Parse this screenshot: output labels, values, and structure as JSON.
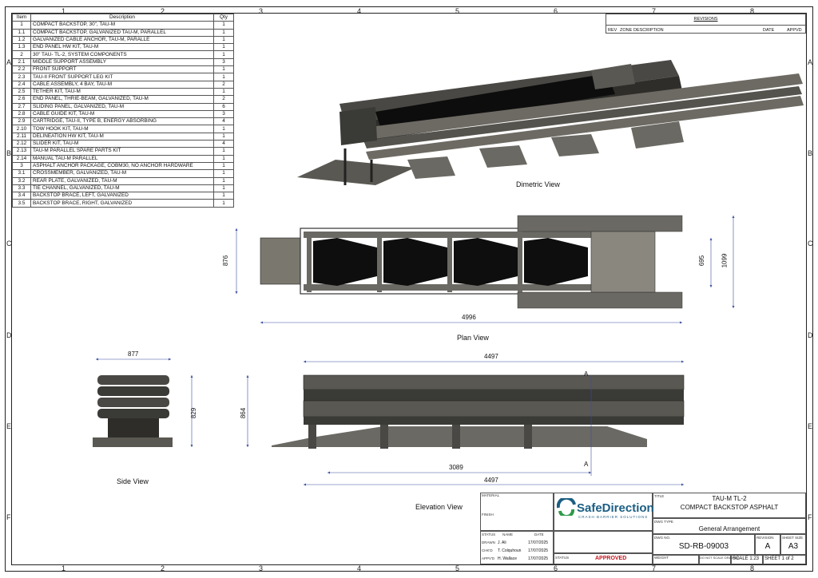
{
  "columns": [
    "1",
    "2",
    "3",
    "4",
    "5",
    "6",
    "7",
    "8"
  ],
  "rows": [
    "A",
    "B",
    "C",
    "D",
    "E",
    "F"
  ],
  "bom": {
    "headers": {
      "item": "Item",
      "description": "Description",
      "qty": "Qty"
    },
    "items": [
      {
        "item": "1",
        "description": "COMPACT BACKSTOP, 30\", TAU-M",
        "qty": "1"
      },
      {
        "item": "1.1",
        "description": "COMPACT BACKSTOP, GALVANIZED TAU-M, PARALLEL",
        "qty": "1"
      },
      {
        "item": "1.2",
        "description": "GALVANIZED CABLE ANCHOR, TAU-M, PARALLE",
        "qty": "1"
      },
      {
        "item": "1.3",
        "description": "END PANEL HW KIT, TAU-M",
        "qty": "1"
      },
      {
        "item": "2",
        "description": "30\" TAU- TL-2, SYSTEM COMPONENTS",
        "qty": "1"
      },
      {
        "item": "2.1",
        "description": "MIDDLE SUPPORT ASSEMBLY",
        "qty": "3"
      },
      {
        "item": "2.2",
        "description": "FRONT SUPPORT",
        "qty": "1"
      },
      {
        "item": "2.3",
        "description": "TAU-II FRONT SUPPORT LEG KIT",
        "qty": "1"
      },
      {
        "item": "2.4",
        "description": "CABLE ASSEMBLY, 4 BAY, TAU-M",
        "qty": "2"
      },
      {
        "item": "2.5",
        "description": "TETHER KIT, TAU-M",
        "qty": "1"
      },
      {
        "item": "2.6",
        "description": "END PANEL, THRIE-BEAM, GALVANIZED, TAU-M",
        "qty": "2"
      },
      {
        "item": "2.7",
        "description": "SLIDING PANEL, GALVANIZED, TAU-M",
        "qty": "6"
      },
      {
        "item": "2.8",
        "description": "CABLE GUIDE KIT, TAU-M",
        "qty": "3"
      },
      {
        "item": "2.9",
        "description": "CARTRIDGE, TAU-II, TYPE B, ENERGY ABSORBING",
        "qty": "4"
      },
      {
        "item": "2.10",
        "description": "TOW HOOK KIT, TAU-M",
        "qty": "1"
      },
      {
        "item": "2.11",
        "description": "DELINEATION HW KIT, TAU-M",
        "qty": "1"
      },
      {
        "item": "2.12",
        "description": "SLIDER KIT, TAU-M",
        "qty": "4"
      },
      {
        "item": "2.13",
        "description": "TAU-M PARALLEL SPARE PARTS KIT",
        "qty": "1"
      },
      {
        "item": "2.14",
        "description": "MANUAL TAU-M PARALLEL",
        "qty": "1"
      },
      {
        "item": "3",
        "description": "ASPHALT ANCHOR PACKAGE, COBM30, NO ANCHOR HARDWARE",
        "qty": "1"
      },
      {
        "item": "3.1",
        "description": "CROSSMEMBER, GALVANIZED, TAU-M",
        "qty": "1"
      },
      {
        "item": "3.2",
        "description": "REAR PLATE, GALVANIZED, TAU-M",
        "qty": "1"
      },
      {
        "item": "3.3",
        "description": "TIE CHANNEL, GALVANIZED, TAU-M",
        "qty": "1"
      },
      {
        "item": "3.4",
        "description": "BACKSTOP BRACE, LEFT, GALVANIZED",
        "qty": "1"
      },
      {
        "item": "3.5",
        "description": "BACKSTOP BRACE, RIGHT, GALVANIZED",
        "qty": "1"
      }
    ]
  },
  "revisions": {
    "title": "REVISIONS",
    "headers": {
      "rev": "REV",
      "zone": "ZONE",
      "description": "DESCRIPTION",
      "date": "DATE",
      "apprvd": "APPVD"
    }
  },
  "views": {
    "dimetric": "Dimetric View",
    "plan": "Plan View",
    "side": "Side View",
    "elevation": "Elevation View"
  },
  "dimensions": {
    "plan_width": "876",
    "plan_inner": "695",
    "plan_outer": "1099",
    "plan_length": "4996",
    "side_width": "877",
    "side_height": "829",
    "elev_height": "864",
    "elev_top_length": "4497",
    "elev_section": "3089",
    "elev_bottom_length": "4497",
    "section_mark": "A"
  },
  "title_block": {
    "material_label": "MATERIAL",
    "finish_label": "FINISH",
    "status_label": "STATUS",
    "name_label": "NAME",
    "date_label": "DATE",
    "drawn_label": "DRAWN",
    "drawn_name": "J. Ali",
    "drawn_date": "17/07/2025",
    "chkd_label": "CHK'D",
    "chkd_name": "T. Colquhoun",
    "chkd_date": "17/07/2025",
    "apprv_label": "APPV'D",
    "apprv_name": "H. Wallace",
    "apprv_date": "17/07/2025",
    "status_field_label": "STATUS",
    "status_value": "APPROVED",
    "company": "SafeDirection",
    "company_tag": "CRASH BARRIER SOLUTIONS",
    "title_label": "TITLE",
    "title_line1": "TAU-M TL-2",
    "title_line2": "COMPACT BACKSTOP ASPHALT",
    "dwg_type_label": "DWG TYPE",
    "dwg_type": "General Arrangement",
    "dwg_no_label": "DWG NO.",
    "dwg_no": "SD-RB-09003",
    "revision_label": "REVISION",
    "revision": "A",
    "sheet_size_label": "SHEET SIZE",
    "sheet_size": "A3",
    "weight_label": "WEIGHT",
    "scale_note": "DO NOT SCALE DRAWING",
    "scale": "SCALE 1:23",
    "sheet": "SHEET 1 of 2"
  },
  "colors": {
    "metal": "#3a3a36",
    "metal_light": "#6b6963",
    "cartridge": "#0e0e0e",
    "dim_line": "#3b4fa0",
    "brand": "#1b5e83",
    "approved": "#c0171f"
  }
}
